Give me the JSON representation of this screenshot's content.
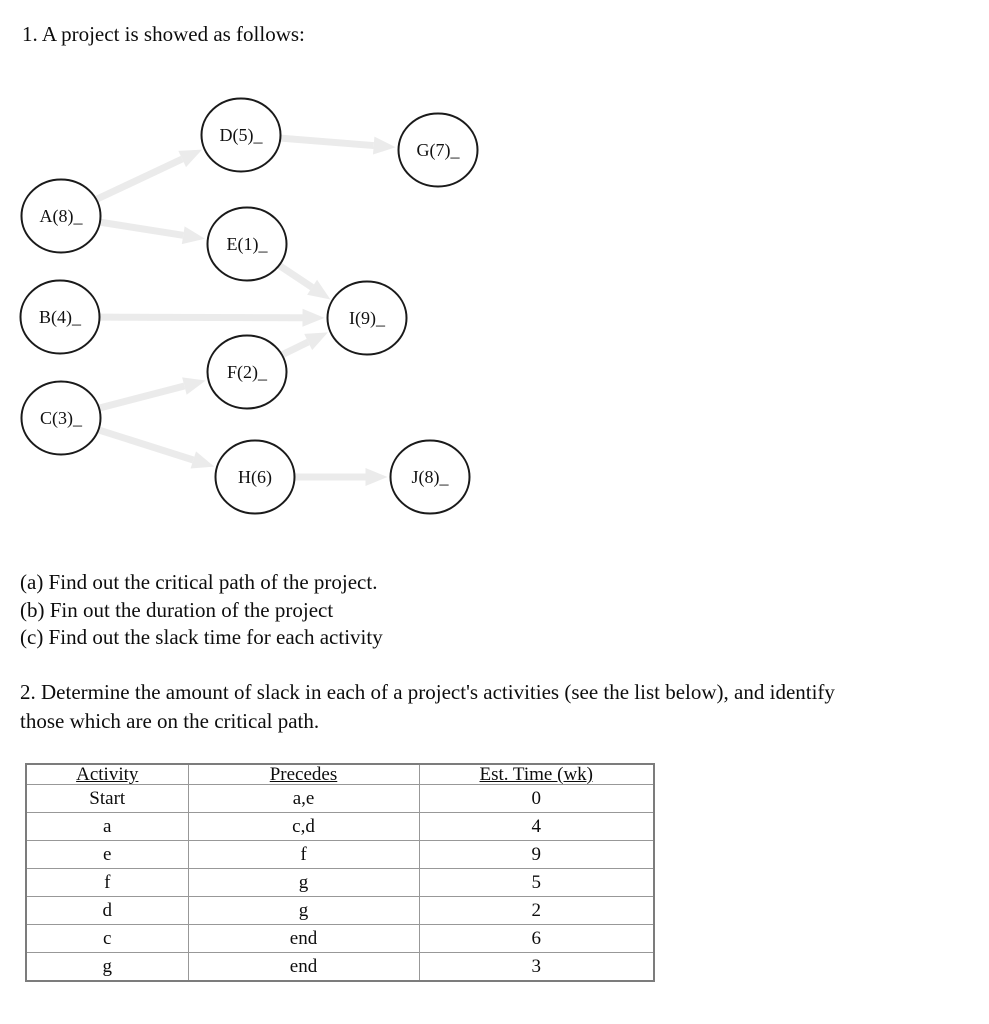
{
  "title": "1. A project is showed as follows:",
  "diagram": {
    "nodes": [
      {
        "id": "A",
        "label": "A(8)_"
      },
      {
        "id": "B",
        "label": "B(4)_"
      },
      {
        "id": "C",
        "label": "C(3)_"
      },
      {
        "id": "D",
        "label": "D(5)_"
      },
      {
        "id": "E",
        "label": "E(1)_"
      },
      {
        "id": "F",
        "label": "F(2)_"
      },
      {
        "id": "G",
        "label": "G(7)_"
      },
      {
        "id": "H",
        "label": "H(6)"
      },
      {
        "id": "I",
        "label": "I(9)_"
      },
      {
        "id": "J",
        "label": "J(8)_"
      }
    ],
    "edges": [
      {
        "from": "A",
        "to": "D"
      },
      {
        "from": "A",
        "to": "E"
      },
      {
        "from": "D",
        "to": "G"
      },
      {
        "from": "B",
        "to": "I"
      },
      {
        "from": "E",
        "to": "I"
      },
      {
        "from": "F",
        "to": "I"
      },
      {
        "from": "C",
        "to": "F"
      },
      {
        "from": "C",
        "to": "H"
      },
      {
        "from": "H",
        "to": "J"
      }
    ],
    "colors": {
      "edge": "#ebebeb",
      "node_stroke": "#1a1a1a",
      "node_fill": "#ffffff",
      "label": "#111111"
    }
  },
  "questions": [
    "(a) Find out the critical path of the project.",
    "(b) Fin out the duration of the project",
    "(c) Find out the slack time for each activity"
  ],
  "problem2": {
    "line1": "2.  Determine the amount of slack in each of a project's activities (see the list below), and identify",
    "line2": "those which are on the critical path."
  },
  "table": {
    "headers": [
      "Activity",
      "Precedes",
      "Est. Time (wk)"
    ],
    "rows": [
      [
        "Start",
        "a,e",
        "0"
      ],
      [
        "a",
        "c,d",
        "4"
      ],
      [
        "e",
        "f",
        "9"
      ],
      [
        "f",
        "g",
        "5"
      ],
      [
        "d",
        "g",
        "2"
      ],
      [
        "c",
        "end",
        "6"
      ],
      [
        "g",
        "end",
        "3"
      ]
    ]
  }
}
